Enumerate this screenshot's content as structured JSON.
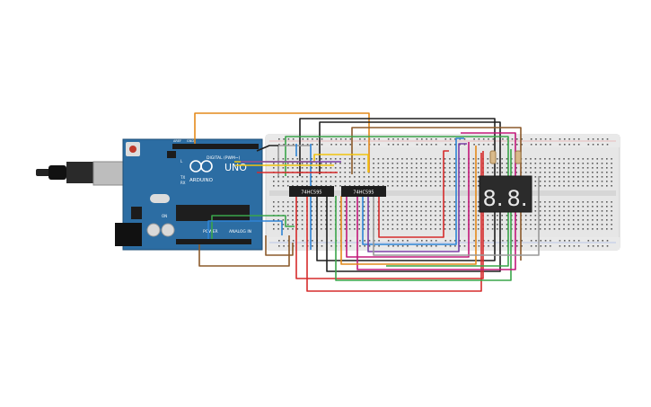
{
  "arduino": {
    "brand": "ARDUINO",
    "model": "UNO",
    "digital_header": "DIGITAL (PWM~)",
    "power_header": "POWER",
    "analog_header": "ANALOG IN",
    "tx_label": "TX",
    "rx_label": "RX",
    "l_label": "L",
    "on_label": "ON",
    "aref_label": "AREF",
    "gnd_label": "GND"
  },
  "chips": [
    {
      "id": "chip-1",
      "label": "74HC595"
    },
    {
      "id": "chip-2",
      "label": "74HC595"
    }
  ],
  "display": {
    "digits": [
      "8.",
      "8."
    ]
  },
  "colors": {
    "board": "#2c6da3",
    "breadboard": "#e4e4e4",
    "wire_orange": "#e48a1b",
    "wire_black": "#1f1f1f",
    "wire_red": "#d62b2b",
    "wire_green": "#3aa54a",
    "wire_blue": "#2e84d6",
    "wire_yellow": "#f1c40f",
    "wire_magenta": "#c2187a",
    "wire_purple": "#7b3fa5",
    "wire_brown": "#8b5a2b",
    "wire_gray": "#9a9a9a"
  }
}
